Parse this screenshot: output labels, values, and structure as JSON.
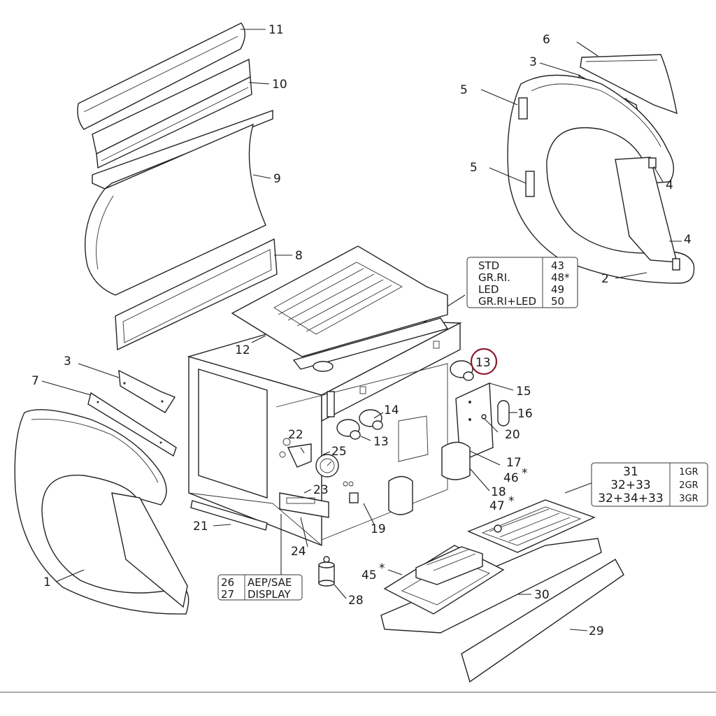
{
  "labels": {
    "p1": "1",
    "p2": "2",
    "p3a": "3",
    "p3b": "3",
    "p4a": "4",
    "p4b": "4",
    "p5a": "5",
    "p5b": "5",
    "p6": "6",
    "p7": "7",
    "p8": "8",
    "p9": "9",
    "p10": "10",
    "p11": "11",
    "p12": "12",
    "p13a": "13",
    "p13b": "13",
    "p14": "14",
    "p15": "15",
    "p16": "16",
    "p17": "17",
    "p46": "46",
    "p18": "18",
    "p47": "47",
    "p19": "19",
    "p20": "20",
    "p21": "21",
    "p22": "22",
    "p23": "23",
    "p24": "24",
    "p25": "25",
    "p28": "28",
    "p29": "29",
    "p30": "30",
    "p45": "45",
    "star": "*"
  },
  "variant_table": {
    "rows": [
      {
        "name": "STD",
        "code": "43"
      },
      {
        "name": "GR.RI.",
        "code": "48*"
      },
      {
        "name": "LED",
        "code": "49"
      },
      {
        "name": "GR.RI+LED",
        "code": "50"
      }
    ]
  },
  "group_table": {
    "rows": [
      {
        "parts": "31",
        "group": "1GR"
      },
      {
        "parts": "32+33",
        "group": "2GR"
      },
      {
        "parts": "32+34+33",
        "group": "3GR"
      }
    ]
  },
  "display_table": {
    "rows": [
      {
        "code": "26",
        "name": "AEP/SAE"
      },
      {
        "code": "27",
        "name": "DISPLAY"
      }
    ]
  },
  "highlight": {
    "color": "#8b1a2e"
  }
}
